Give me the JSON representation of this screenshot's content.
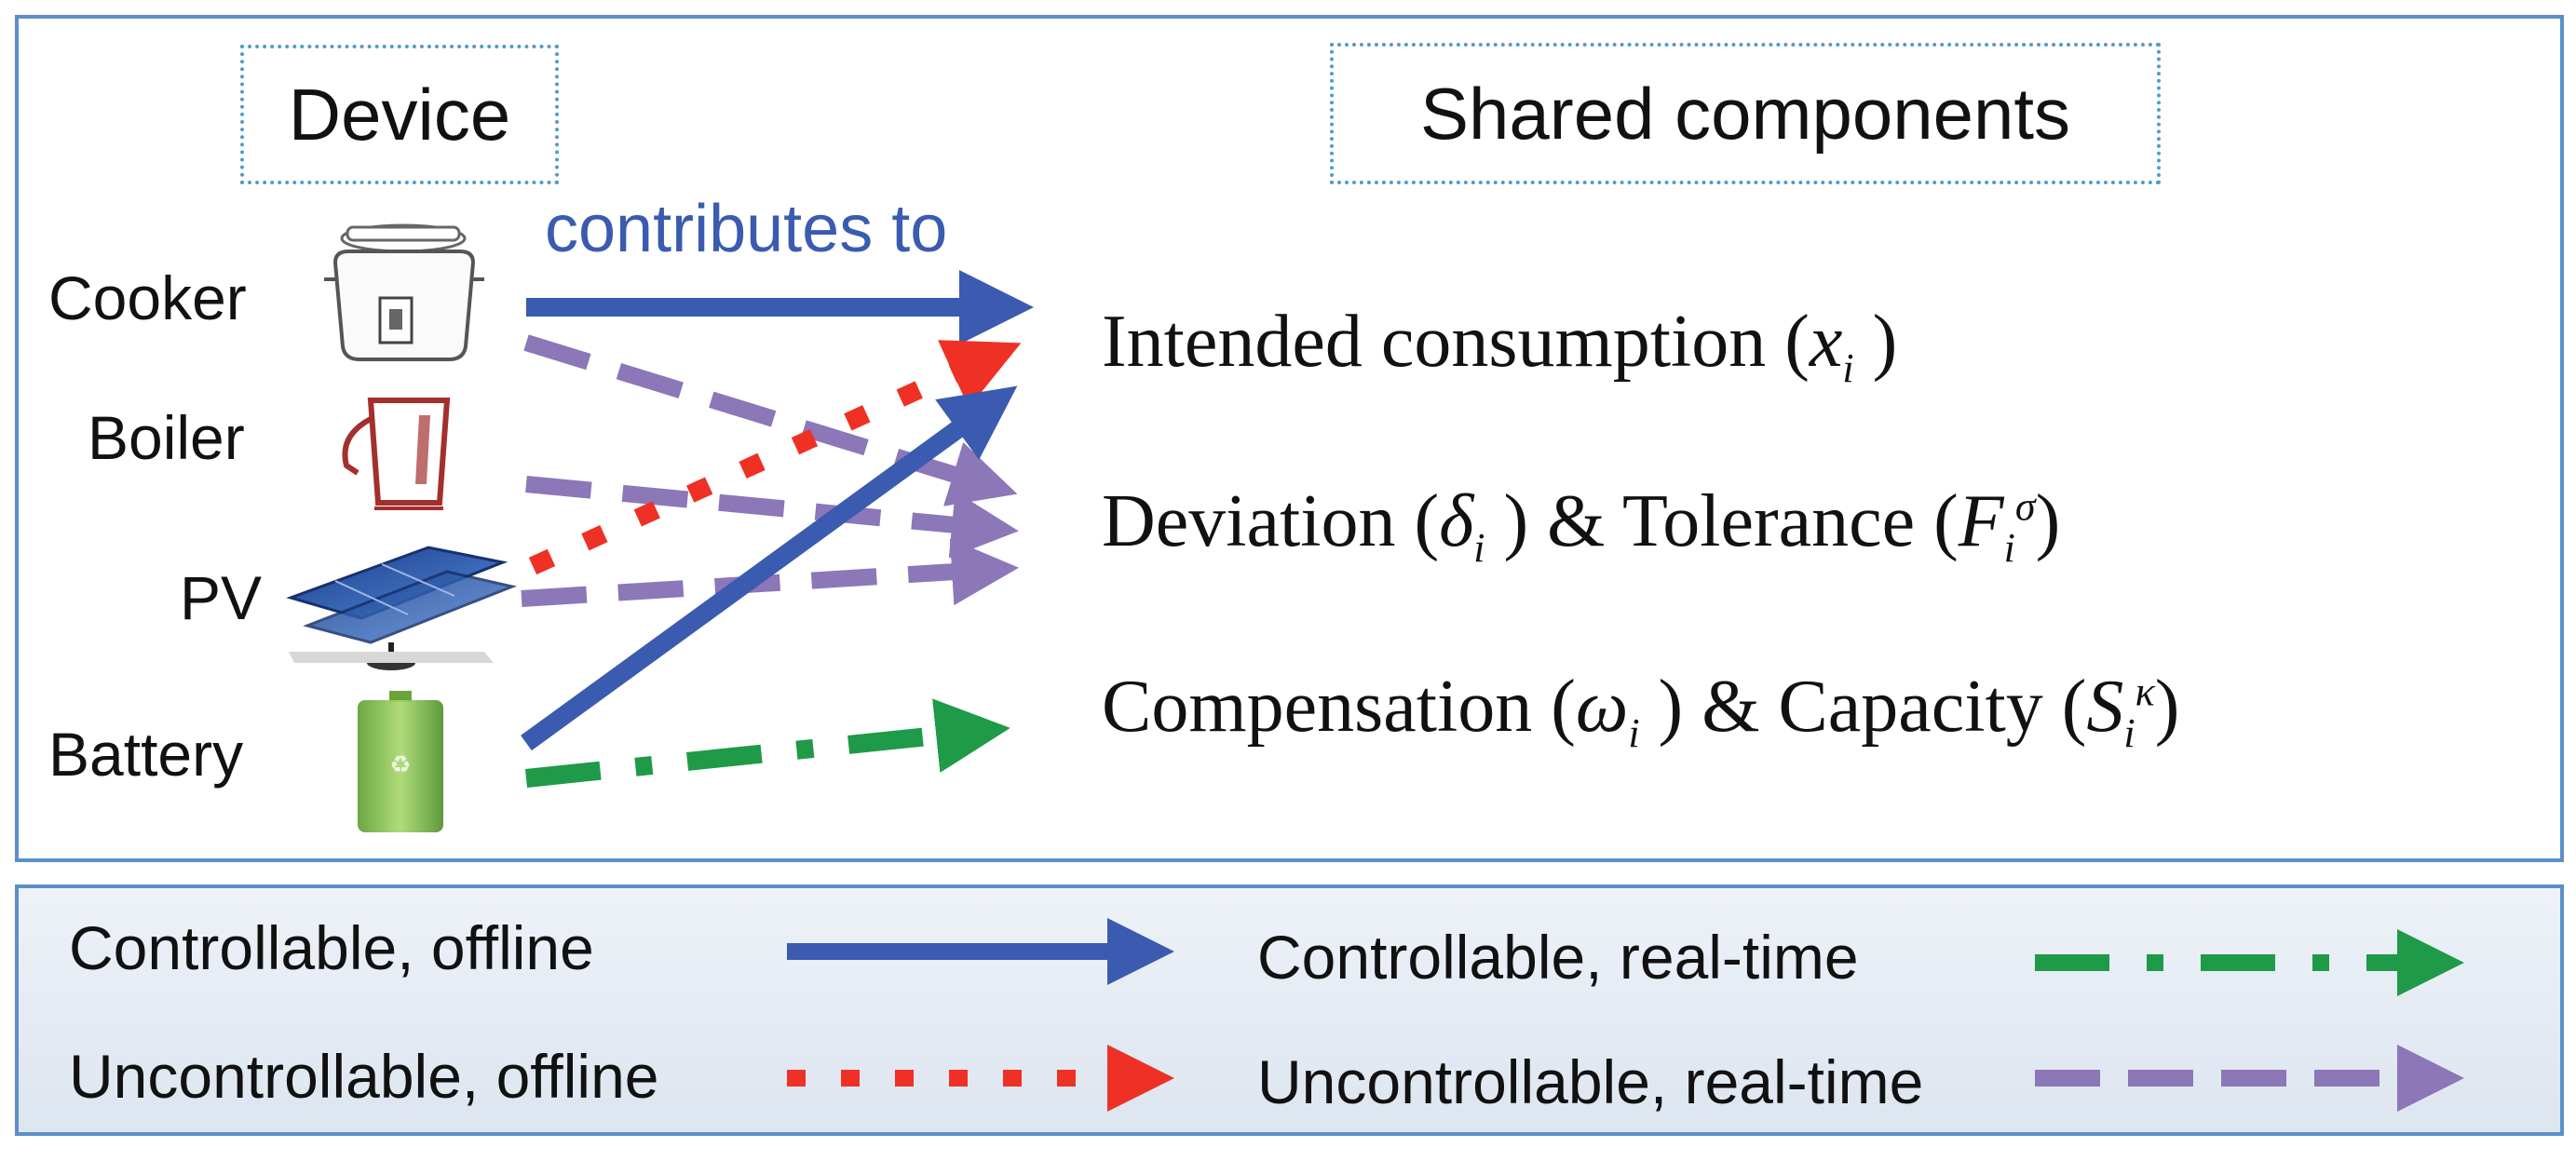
{
  "headers": {
    "device": "Device",
    "shared": "Shared components"
  },
  "contributes_label": "contributes to",
  "devices": [
    {
      "label": "Cooker",
      "icon": "cooker-icon"
    },
    {
      "label": "Boiler",
      "icon": "boiler-icon"
    },
    {
      "label": "PV",
      "icon": "pv-panel-icon"
    },
    {
      "label": "Battery",
      "icon": "battery-icon"
    }
  ],
  "components": [
    {
      "text": "Intended consumption (",
      "sym": "x",
      "sub": "i",
      "sup": "",
      "close": " )",
      "text2": "",
      "sym2": "",
      "sub2": "",
      "sup2": "",
      "close2": ""
    },
    {
      "text": "Deviation (",
      "sym": "δ",
      "sub": "i",
      "sup": "",
      "close": " ) & Tolerance (",
      "sym2": "F",
      "sub2": "i",
      "sup2": "σ",
      "close2": ")"
    },
    {
      "text": "Compensation (",
      "sym": "ω",
      "sub": "i",
      "sup": "",
      "close": " ) & Capacity (",
      "sym2": "S",
      "sub2": "i",
      "sup2": "κ",
      "close2": ")"
    }
  ],
  "legend": [
    {
      "label": "Controllable, offline",
      "style": "solid",
      "color": "#3b5bb0"
    },
    {
      "label": "Controllable, real-time",
      "style": "dashdot",
      "color": "#1f9a48"
    },
    {
      "label": "Uncontrollable, offline",
      "style": "dotted",
      "color": "#ee3124"
    },
    {
      "label": "Uncontrollable, real-time",
      "style": "dashed",
      "color": "#8c77b8"
    }
  ],
  "colors": {
    "controllable_offline": "#3b5bb0",
    "controllable_realtime": "#1f9a48",
    "uncontrollable_offline": "#ee3124",
    "uncontrollable_realtime": "#8c77b8",
    "border": "#5b8fc9"
  }
}
